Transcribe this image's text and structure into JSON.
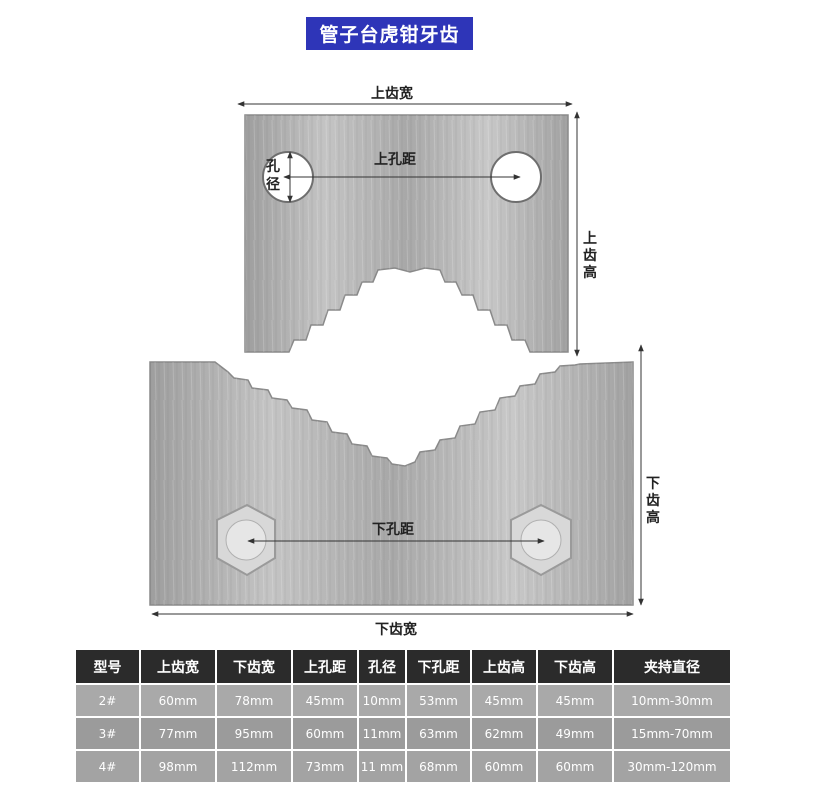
{
  "title": "管子台虎钳牙齿",
  "labels": {
    "upper_width": "上齿宽",
    "upper_hole_distance": "上孔距",
    "hole_diameter_1": "孔",
    "hole_diameter_2": "径",
    "upper_height_1": "上",
    "upper_height_2": "齿",
    "upper_height_3": "高",
    "lower_hole_distance": "下孔距",
    "lower_height_1": "下",
    "lower_height_2": "齿",
    "lower_height_3": "高",
    "lower_width": "下齿宽"
  },
  "table": {
    "headers": [
      "型号",
      "上齿宽",
      "下齿宽",
      "上孔距",
      "孔径",
      "下孔距",
      "上齿高",
      "下齿高",
      "夹持直径"
    ],
    "rows": [
      [
        "2#",
        "60mm",
        "78mm",
        "45mm",
        "10mm",
        "53mm",
        "45mm",
        "45mm",
        "10mm-30mm"
      ],
      [
        "3#",
        "77mm",
        "95mm",
        "60mm",
        "11mm",
        "63mm",
        "62mm",
        "49mm",
        "15mm-70mm"
      ],
      [
        "4#",
        "98mm",
        "112mm",
        "73mm",
        "11 mm",
        "68mm",
        "60mm",
        "60mm",
        "30mm-120mm"
      ]
    ]
  },
  "colors": {
    "title_bg": "#2e35b8",
    "header_bg": "#2b2b2b",
    "plate": "#b4b4b4"
  }
}
